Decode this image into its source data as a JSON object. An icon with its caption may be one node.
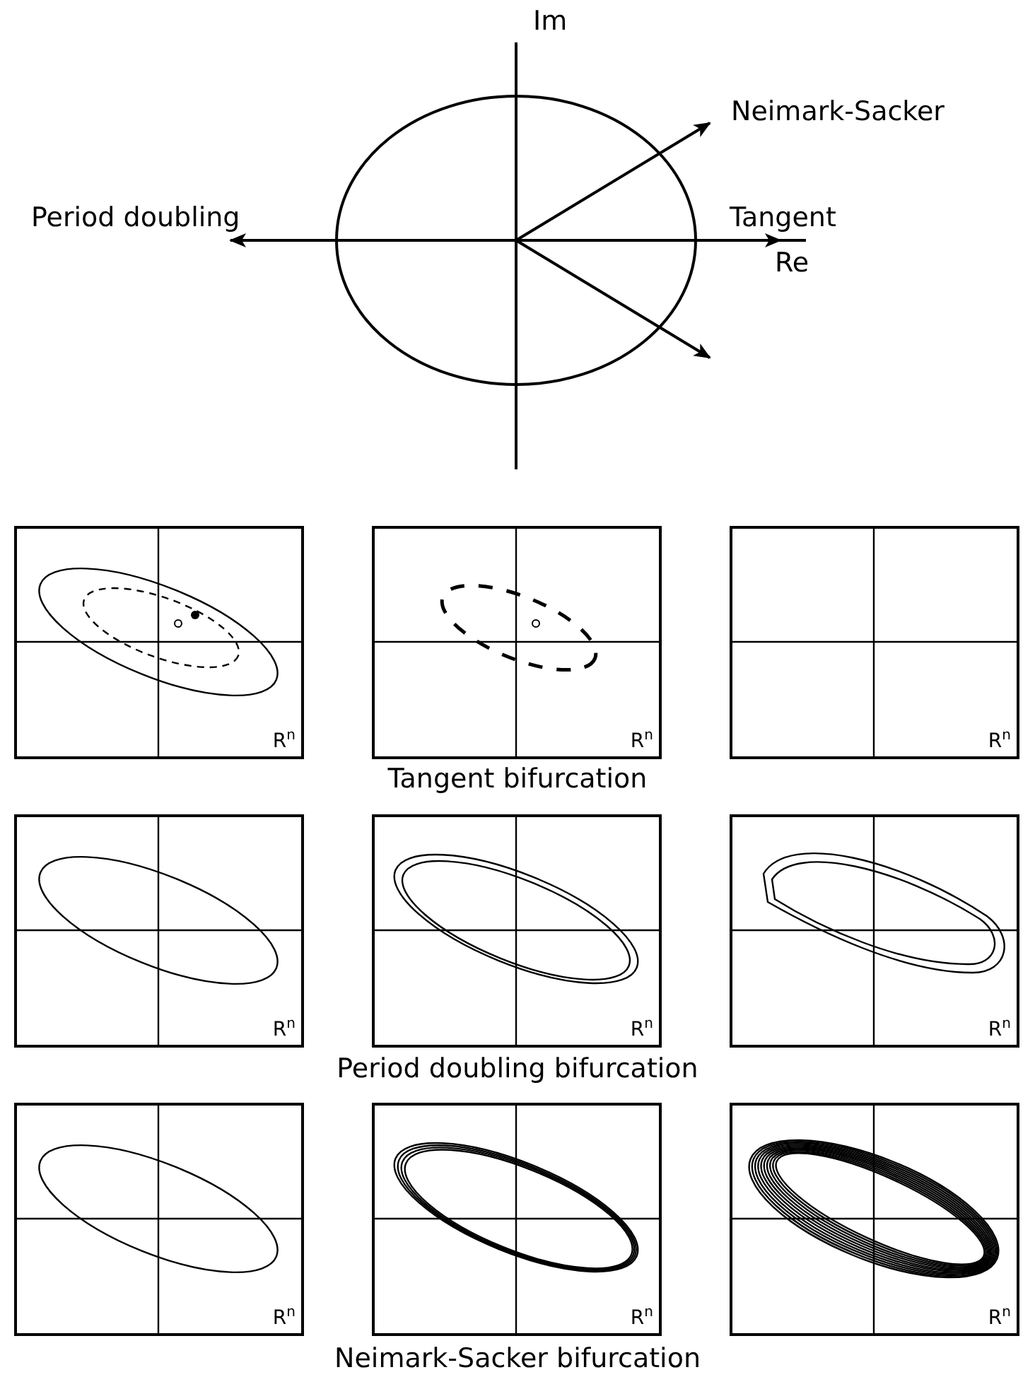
{
  "diagram": {
    "nodes": [
      {
        "text": [
          "R$^{n}$"
        ]
      },
      {
        "text": [
          "R$^{n}$"
        ]
      },
      {
        "text": [
          "R$^{n}$"
        ]
      },
      {
        "text": [
          "R$^{n}$"
        ]
      },
      {
        "text": [
          "R$^{n}$"
        ]
      },
      {
        "text": [
          "R$^{n}$"
        ]
      },
      {
        "text": [
          "R$^{n}$"
        ]
      },
      {
        "text": [
          "R$^{n}$"
        ]
      },
      {
        "text": [
          "R$^{n}$"
        ]
      }
    ],
    "labels": [
      "Im",
      "Neimark-Sacker",
      "Period doubling",
      "Tangent",
      "Re",
      "Tangent bifurcation",
      "Period doubling bifurcation",
      "Neimark-Sacker bifurcation"
    ]
  }
}
